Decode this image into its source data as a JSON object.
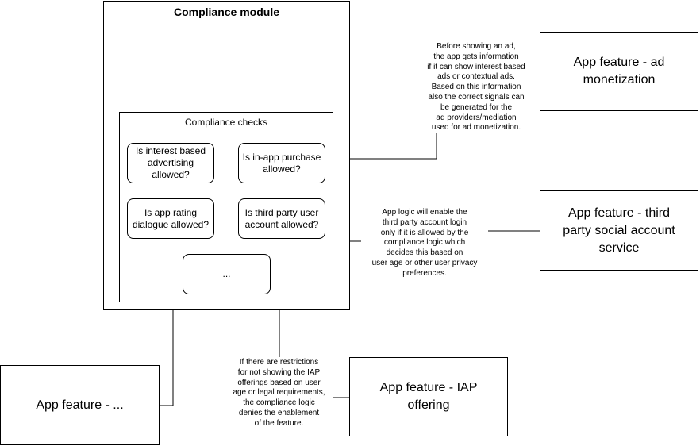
{
  "compliance_module": {
    "title": "Compliance module",
    "checks_group": {
      "title": "Compliance checks",
      "checks": [
        {
          "lines": [
            "Is interest based",
            "advertising",
            "allowed?"
          ]
        },
        {
          "lines": [
            "Is in-app purchase",
            "allowed?"
          ]
        },
        {
          "lines": [
            "Is app rating",
            "dialogue allowed?"
          ]
        },
        {
          "lines": [
            "Is third party user",
            "account allowed?"
          ]
        },
        {
          "lines": [
            "..."
          ]
        }
      ]
    }
  },
  "features": {
    "ad_monetization": {
      "lines": [
        "App feature - ad",
        "monetization"
      ]
    },
    "social_account": {
      "lines": [
        "App feature - third",
        "party social account",
        "service"
      ]
    },
    "iap_offering": {
      "lines": [
        "App feature - IAP offering"
      ]
    },
    "other": {
      "lines": [
        "App feature - ..."
      ]
    }
  },
  "notes": {
    "ad_note": {
      "lines": [
        "Before showing an ad,",
        "the app gets information",
        "if it can show interest based",
        "ads or contextual ads.",
        "Based on this information",
        "also the correct signals can",
        "be generated for the",
        "ad providers/mediation",
        "used for ad monetization."
      ]
    },
    "social_note": {
      "lines": [
        "App logic will enable the",
        "third party account login",
        "only if it is allowed by the",
        "compliance logic which",
        "decides this based on",
        "user age or other user privacy",
        "preferences."
      ]
    },
    "iap_note": {
      "lines": [
        "If there are restrictions",
        "for not showing the IAP",
        "offerings based on user",
        "age or legal requirements,",
        "the compliance logic",
        "denies the enablement",
        "of the feature."
      ]
    }
  }
}
